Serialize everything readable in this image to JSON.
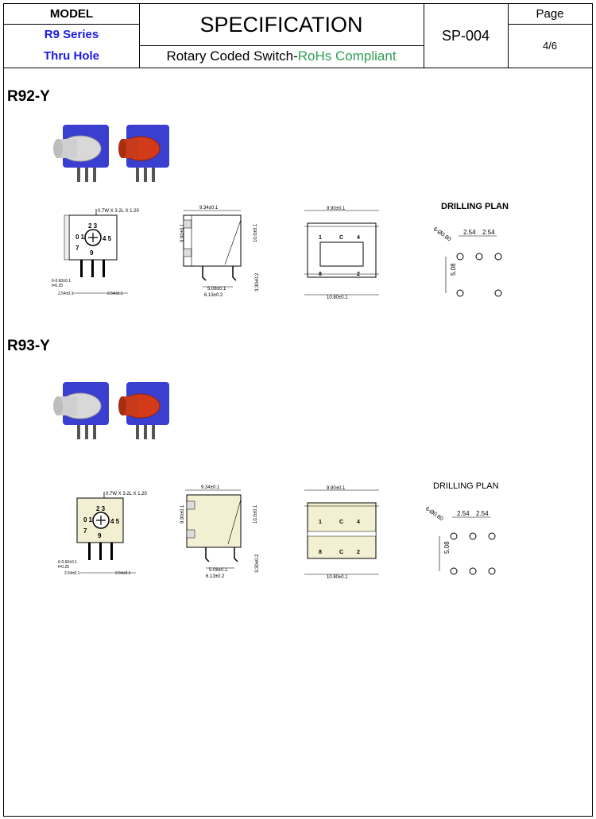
{
  "header": {
    "model_label": "MODEL",
    "series": "R9 Series",
    "mount": "Thru Hole",
    "title": "SPECIFICATION",
    "subtitle_main": "Rotary Coded Switch-",
    "subtitle_green": "RoHs Compliant",
    "doc_no": "SP-004",
    "page_label": "Page",
    "page_value": "4/6"
  },
  "sections": [
    {
      "name": "R92-Y",
      "front": {
        "spec": "0.7W X 3.2L X 1.20",
        "digits_left": "0 1",
        "digits_top": "2 3",
        "digits_right": "4 5",
        "digits_bottom": "9",
        "digit_seven": "7",
        "pin_dim": "6-0.60±0.1",
        "thick": "t=0.25",
        "pitch_left": "2.54±0.1",
        "pitch_right": "2.54±0.1"
      },
      "side": {
        "width": "9.34±0.1",
        "height": "9.90±0.1",
        "body": "10.0±0.1",
        "lead": "5.08±0.1",
        "lead_total": "6.13±0.2",
        "pin_len": "3.30±0.2"
      },
      "top": {
        "width": "9.90±0.1",
        "pin_1": "1",
        "pin_c": "C",
        "pin_4": "4",
        "pin_8": "8",
        "pin_2": "2",
        "bottom": "10.80±0.1"
      },
      "drill": {
        "title": "DRILLING PLAN",
        "holes": "6-Ø0.80",
        "p1": "2.54",
        "p2": "2.54",
        "v": "5.08"
      }
    },
    {
      "name": "R93-Y",
      "front": {
        "spec": "0.7W X 3.2L X 1.20",
        "digits_left": "0 1",
        "digits_top": "2 3",
        "digits_right": "4 5",
        "digits_bottom": "9",
        "digit_seven": "7",
        "pin_dim": "6-0.60±0.1",
        "thick": "t=0.25",
        "pitch_left": "2.54±0.1",
        "pitch_right": "2.54±0.1"
      },
      "side": {
        "width": "9.34±0.1",
        "height": "9.90±0.1",
        "body": "10.0±0.1",
        "lead": "5.08±0.1",
        "lead_total": "6.13±0.2",
        "pin_len": "3.30±0.2"
      },
      "top": {
        "width": "9.90±0.1",
        "pin_1": "1",
        "pin_c": "C",
        "pin_4": "4",
        "pin_8": "8",
        "pin_c2": "C",
        "pin_2": "2",
        "bottom": "10.80±0.1"
      },
      "drill": {
        "title": "DRILLING PLAN",
        "holes": "6-Ø0.80",
        "p1": "2.54",
        "p2": "2.54",
        "v": "5.08"
      }
    }
  ],
  "colors": {
    "switch_body": "#3a3fcf",
    "knob_white": "#d8d8d8",
    "knob_red": "#d23a1a",
    "rohs_green": "#2e9e55",
    "series_blue": "#1a1ae6",
    "housing_cream": "#f3efd2"
  }
}
